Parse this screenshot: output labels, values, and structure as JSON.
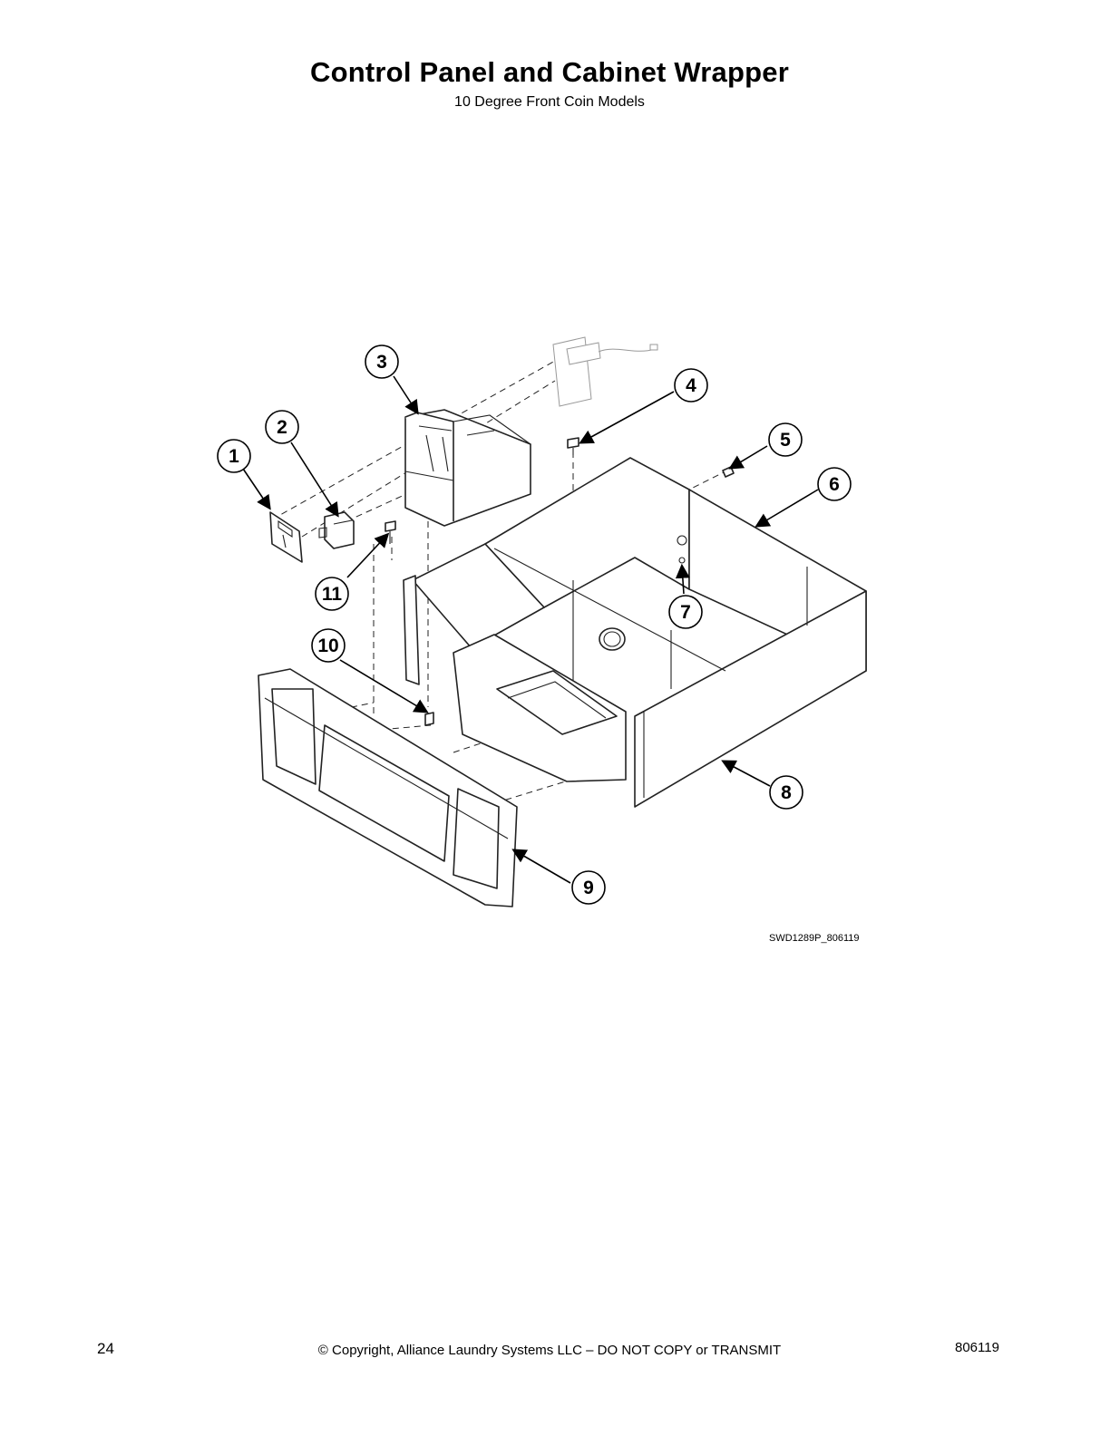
{
  "header": {
    "title": "Control Panel and Cabinet Wrapper",
    "subtitle": "10 Degree Front Coin Models"
  },
  "diagram": {
    "callouts": [
      "1",
      "2",
      "3",
      "4",
      "5",
      "6",
      "7",
      "8",
      "9",
      "10",
      "11"
    ],
    "drawing_id": "SWD1289P_806119"
  },
  "footer": {
    "page_number": "24",
    "copyright": "© Copyright, Alliance Laundry Systems LLC – DO NOT COPY or TRANSMIT",
    "doc_number": "806119"
  }
}
